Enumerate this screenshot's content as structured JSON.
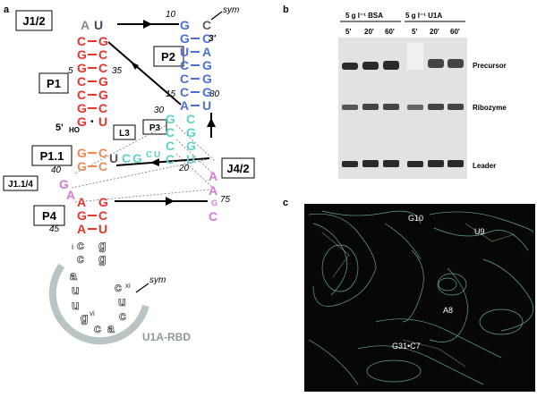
{
  "panels": {
    "a": {
      "label": "a",
      "boxes": [
        "J1/2",
        "P2",
        "P1",
        "P1.1",
        "L3",
        "P3",
        "J1.1/4",
        "J4/2",
        "P4"
      ],
      "numbers": [
        "10",
        "5",
        "35",
        "15",
        "80",
        "30",
        "40",
        "20",
        "75",
        "45"
      ],
      "sym_top": "sym",
      "three_prime": "3'",
      "five_prime": "5'",
      "ho": "HO",
      "sym_loop": "sym",
      "xi": "xi",
      "vi": "vi",
      "rbd_label": "U1A-RBD"
    },
    "b": {
      "label": "b",
      "conditions": [
        "5 g l⁻¹ BSA",
        "5 g l⁻¹ U1A"
      ],
      "times": [
        "5'",
        "20'",
        "60'",
        "5'",
        "20'",
        "60'"
      ],
      "band_labels": [
        "Precursor",
        "Ribozyme",
        "Leader"
      ]
    },
    "c": {
      "label": "c",
      "residue_labels": [
        "G10",
        "U9",
        "A8",
        "G31•C7"
      ]
    }
  },
  "colors": {
    "p1": "#e8342a",
    "p2": "#4a6fd6",
    "p3": "#5fd1c9",
    "p11": "#f08a52",
    "j": "#d77ad9",
    "loop": "#555555",
    "rbd": "#b9c4c4"
  }
}
